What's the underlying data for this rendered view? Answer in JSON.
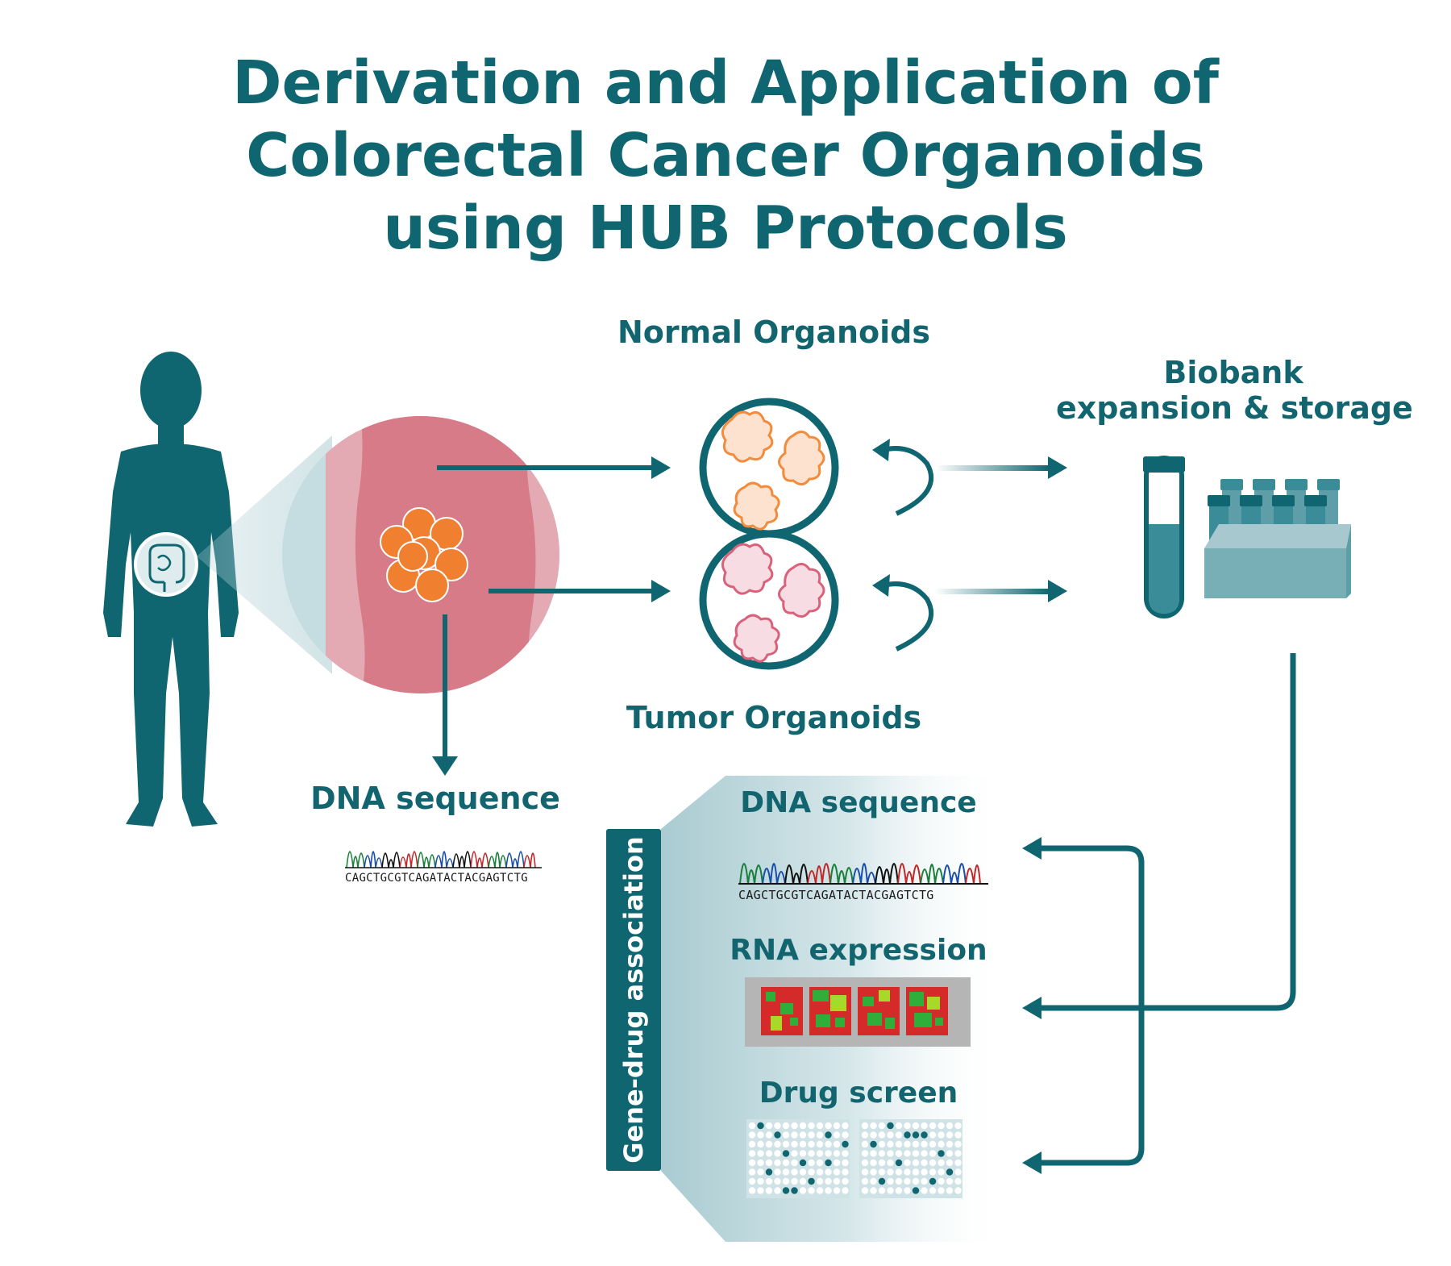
{
  "title": {
    "line1": "Derivation and Application of",
    "line2": "Colorectal Cancer Organoids",
    "line3": "using HUB Protocols"
  },
  "labels": {
    "normal_organoids": "Normal Organoids",
    "tumor_organoids": "Tumor Organoids",
    "biobank_line1": "Biobank",
    "biobank_line2": "expansion & storage",
    "dna_sequence_left": "DNA sequence",
    "dna_sequence_right": "DNA sequence",
    "rna_expression": "RNA expression",
    "drug_screen": "Drug screen",
    "gene_drug_association": "Gene-drug association"
  },
  "sequences": {
    "left": "CAGCTGCGTCAGATACTACGAGTCTG",
    "right": "CAGCTGCGTCAGATACTACGAGTCTG"
  },
  "colors": {
    "teal": "#0f6570",
    "tissue": "#d67b87",
    "tumor_orange": "#f07f2f",
    "normal_organoid": "#f28b3c",
    "tumor_organoid": "#d9627a",
    "tube": "#3a8d98",
    "rack": "#78aeb6"
  }
}
